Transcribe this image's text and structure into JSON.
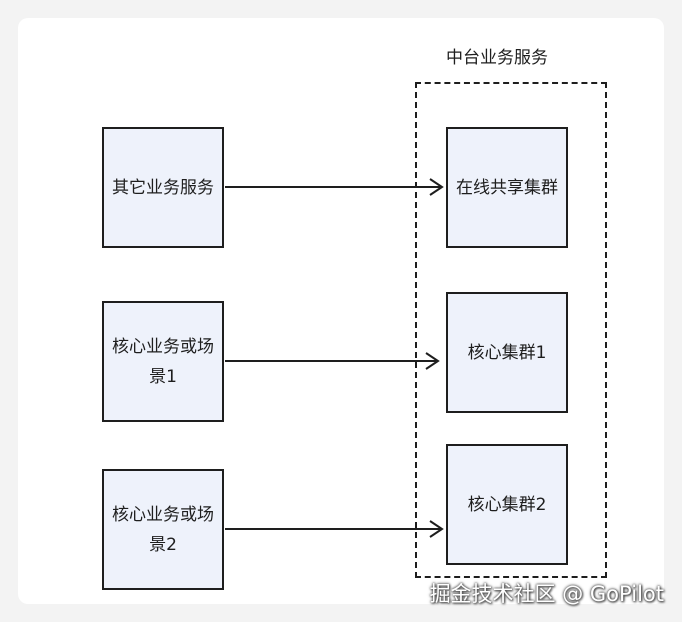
{
  "group": {
    "title": "中台业务服务"
  },
  "left_boxes": [
    {
      "lines": [
        "其它业务服务"
      ]
    },
    {
      "lines": [
        "核心业务或场",
        "景1"
      ]
    },
    {
      "lines": [
        "核心业务或场",
        "景2"
      ]
    }
  ],
  "right_boxes": [
    {
      "lines": [
        "在线共享集群"
      ]
    },
    {
      "lines": [
        "核心集群1"
      ]
    },
    {
      "lines": [
        "核心集群2"
      ]
    }
  ],
  "watermark": "掘金技术社区 @ GoPilot",
  "colors": {
    "box_fill": "#eef2fb",
    "stroke": "#1e1e1e",
    "background": "#ffffff"
  }
}
